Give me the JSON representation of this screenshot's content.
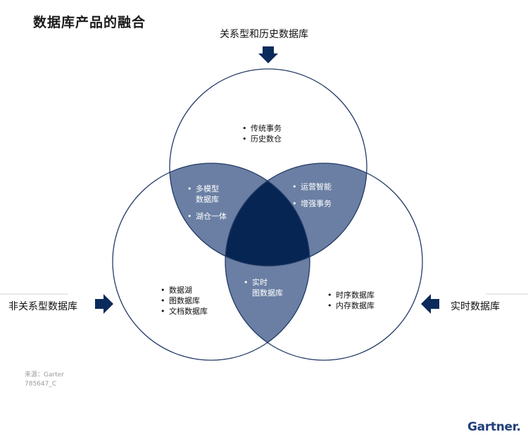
{
  "title": "数据库产品的融合",
  "labels": {
    "top": "关系型和历史数据库",
    "left": "非关系型数据库",
    "right": "实时数据库"
  },
  "regions": {
    "top_only": [
      "传统事务",
      "历史数仓"
    ],
    "top_left": [
      "多模型",
      "数据库",
      "湖仓一体"
    ],
    "top_right": [
      "运营智能",
      "增强事务"
    ],
    "left_right": [
      "实时",
      "图数据库"
    ],
    "left_only": [
      "数据湖",
      "图数据库",
      "文档数据库"
    ],
    "right_only": [
      "时序数据库",
      "内存数据库"
    ]
  },
  "source": {
    "line1": "来源：Garter",
    "line2": "785647_C"
  },
  "logo": "Gartner",
  "colors": {
    "two_overlap": "#6a7fa3",
    "center": "#062552",
    "outline": "#243a66",
    "arrow": "#0b2a5c"
  }
}
